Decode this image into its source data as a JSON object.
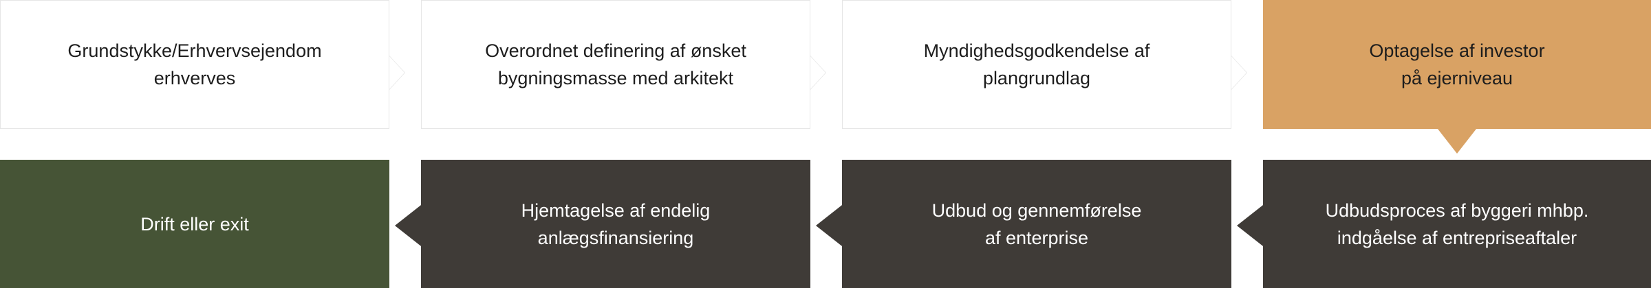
{
  "steps": [
    {
      "label": "Grundstykke/Erhvervsejendom\nerhverves"
    },
    {
      "label": "Overordnet definering af ønsket\nbygningsmasse med arkitekt"
    },
    {
      "label": "Myndighedsgodkendelse af\nplangrundlag"
    },
    {
      "label": "Optagelse af investor\npå ejerniveau"
    },
    {
      "label": "Udbudsproces af byggeri mhbp.\nindgåelse af entrepriseaftaler"
    },
    {
      "label": "Udbud og gennemførelse\naf enterprise"
    },
    {
      "label": "Hjemtagelse af endelig\nanlægsfinansiering"
    },
    {
      "label": "Drift eller exit"
    }
  ],
  "colors": {
    "light_box": "#ffffff",
    "accent_box": "#d9a264",
    "dark_box": "#3f3b37",
    "final_box": "#465436",
    "light_text": "#1d1d1d",
    "dark_text": "#ffffff"
  }
}
